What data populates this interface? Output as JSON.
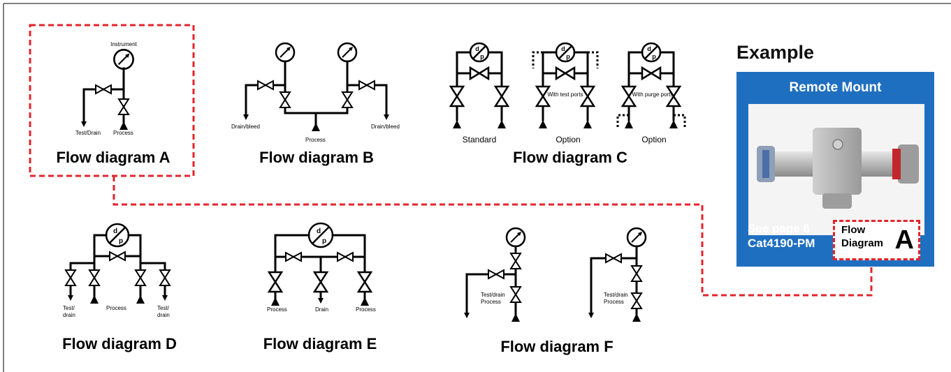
{
  "diagrams": {
    "a": {
      "title": "Flow diagram A",
      "labels": {
        "instrument": "Instrument",
        "test_drain": "Test/Drain",
        "process": "Process"
      }
    },
    "b": {
      "title": "Flow diagram B",
      "labels": {
        "drain_bleed_left": "Drain/bleed",
        "process": "Process",
        "drain_bleed_right": "Drain/bleed"
      }
    },
    "c": {
      "title": "Flow diagram C",
      "labels": {
        "standard": "Standard",
        "option_1": "Option",
        "option_2": "Option",
        "with_test_ports": "With test ports",
        "with_purge_ports": "With purge ports"
      }
    },
    "d": {
      "title": "Flow diagram D",
      "labels": {
        "test_drain_left_1": "Test/",
        "test_drain_left_2": "drain",
        "process": "Process",
        "test_drain_right_1": "Test/",
        "test_drain_right_2": "drain"
      }
    },
    "e": {
      "title": "Flow diagram E",
      "labels": {
        "process_left": "Process",
        "drain": "Drain",
        "process_right": "Process"
      }
    },
    "f": {
      "title": "Flow diagram F",
      "labels": {
        "test_drain_1": "Test/drain",
        "process_1": "Process",
        "test_drain_2": "Test/drain",
        "process_2": "Process"
      }
    }
  },
  "dp_symbol": {
    "d": "d",
    "p": "p"
  },
  "example": {
    "heading": "Example",
    "card_title": "Remote Mount",
    "see_page": "See page 6",
    "catalog": "Cat4190-PM",
    "flow_word_1": "Flow",
    "flow_word_2": "Diagram",
    "flow_letter": "A"
  },
  "colors": {
    "highlight_dash": "#e3242b",
    "card_blue": "#1f6fc0"
  }
}
